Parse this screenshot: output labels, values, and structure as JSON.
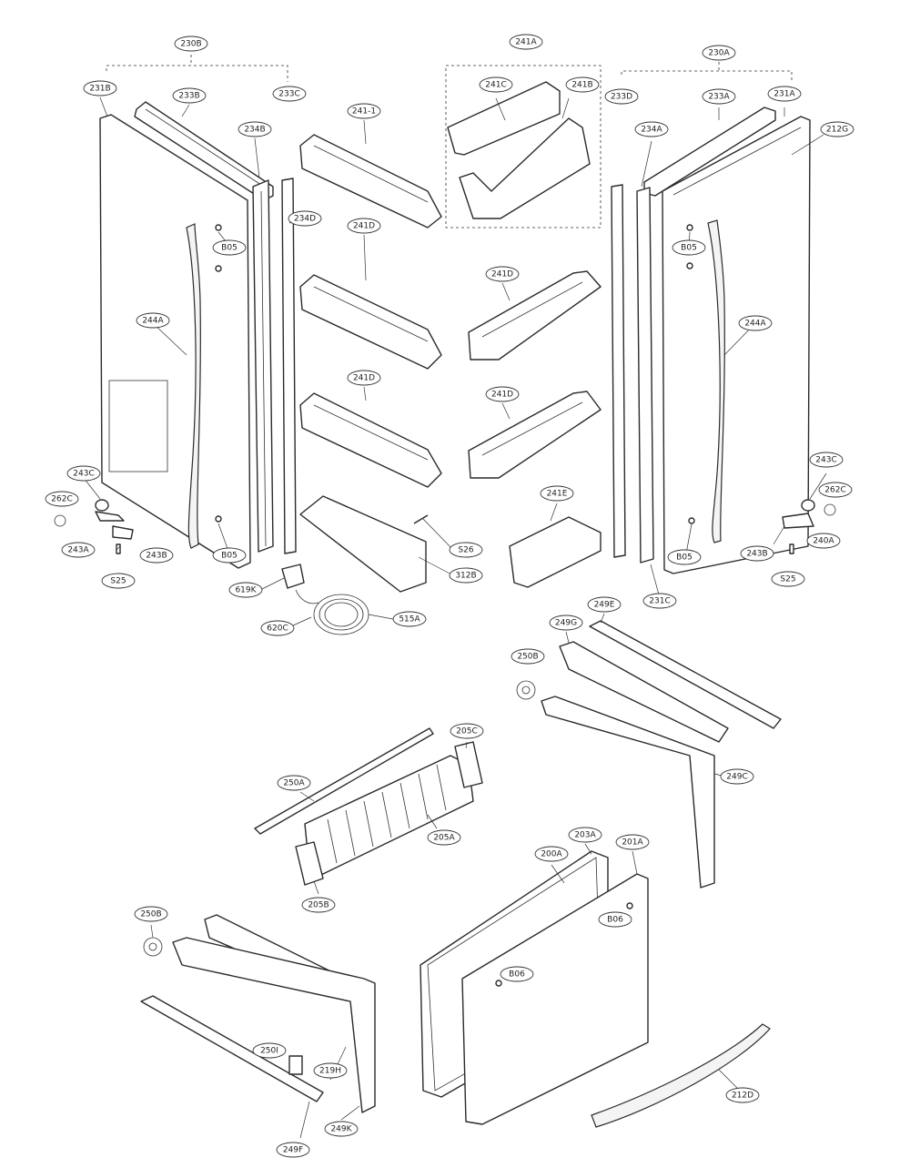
{
  "diagram": {
    "callouts": [
      {
        "id": "c-230b",
        "text": "230B"
      },
      {
        "id": "c-231b",
        "text": "231B"
      },
      {
        "id": "c-233b",
        "text": "233B"
      },
      {
        "id": "c-233c",
        "text": "233C"
      },
      {
        "id": "c-234b",
        "text": "234B"
      },
      {
        "id": "c-234d",
        "text": "234D"
      },
      {
        "id": "c-b05-l1",
        "text": "B05"
      },
      {
        "id": "c-244a-l",
        "text": "244A"
      },
      {
        "id": "c-243c-l",
        "text": "243C"
      },
      {
        "id": "c-262c-l",
        "text": "262C"
      },
      {
        "id": "c-243a",
        "text": "243A"
      },
      {
        "id": "c-243b-l",
        "text": "243B"
      },
      {
        "id": "c-b05-l2",
        "text": "B05"
      },
      {
        "id": "c-s25-l",
        "text": "S25"
      },
      {
        "id": "c-619k",
        "text": "619K"
      },
      {
        "id": "c-620c",
        "text": "620C"
      },
      {
        "id": "c-515a",
        "text": "515A"
      },
      {
        "id": "c-241-1",
        "text": "241-1"
      },
      {
        "id": "c-241d-1",
        "text": "241D"
      },
      {
        "id": "c-241d-2",
        "text": "241D"
      },
      {
        "id": "c-s26",
        "text": "S26"
      },
      {
        "id": "c-312b",
        "text": "312B"
      },
      {
        "id": "c-241a",
        "text": "241A"
      },
      {
        "id": "c-241c",
        "text": "241C"
      },
      {
        "id": "c-241b",
        "text": "241B"
      },
      {
        "id": "c-241d-3",
        "text": "241D"
      },
      {
        "id": "c-241d-4",
        "text": "241D"
      },
      {
        "id": "c-241e",
        "text": "241E"
      },
      {
        "id": "c-230a",
        "text": "230A"
      },
      {
        "id": "c-233d",
        "text": "233D"
      },
      {
        "id": "c-233a",
        "text": "233A"
      },
      {
        "id": "c-231a",
        "text": "231A"
      },
      {
        "id": "c-212g",
        "text": "212G"
      },
      {
        "id": "c-234a",
        "text": "234A"
      },
      {
        "id": "c-b05-r1",
        "text": "B05"
      },
      {
        "id": "c-244a-r",
        "text": "244A"
      },
      {
        "id": "c-243c-r",
        "text": "243C"
      },
      {
        "id": "c-262c-r",
        "text": "262C"
      },
      {
        "id": "c-243b-r",
        "text": "243B"
      },
      {
        "id": "c-240a",
        "text": "240A"
      },
      {
        "id": "c-s25-r",
        "text": "S25"
      },
      {
        "id": "c-b05-r2",
        "text": "B05"
      },
      {
        "id": "c-231c",
        "text": "231C"
      },
      {
        "id": "c-249e",
        "text": "249E"
      },
      {
        "id": "c-249g",
        "text": "249G"
      },
      {
        "id": "c-250b-1",
        "text": "250B"
      },
      {
        "id": "c-249c",
        "text": "249C"
      },
      {
        "id": "c-205c",
        "text": "205C"
      },
      {
        "id": "c-250a",
        "text": "250A"
      },
      {
        "id": "c-205a",
        "text": "205A"
      },
      {
        "id": "c-205b",
        "text": "205B"
      },
      {
        "id": "c-203a",
        "text": "203A"
      },
      {
        "id": "c-200a",
        "text": "200A"
      },
      {
        "id": "c-201a",
        "text": "201A"
      },
      {
        "id": "c-b06-1",
        "text": "B06"
      },
      {
        "id": "c-b06-2",
        "text": "B06"
      },
      {
        "id": "c-250b-2",
        "text": "250B"
      },
      {
        "id": "c-250i",
        "text": "250I"
      },
      {
        "id": "c-219h",
        "text": "219H"
      },
      {
        "id": "c-249k",
        "text": "249K"
      },
      {
        "id": "c-249f",
        "text": "249F"
      },
      {
        "id": "c-212d",
        "text": "212D"
      }
    ]
  }
}
